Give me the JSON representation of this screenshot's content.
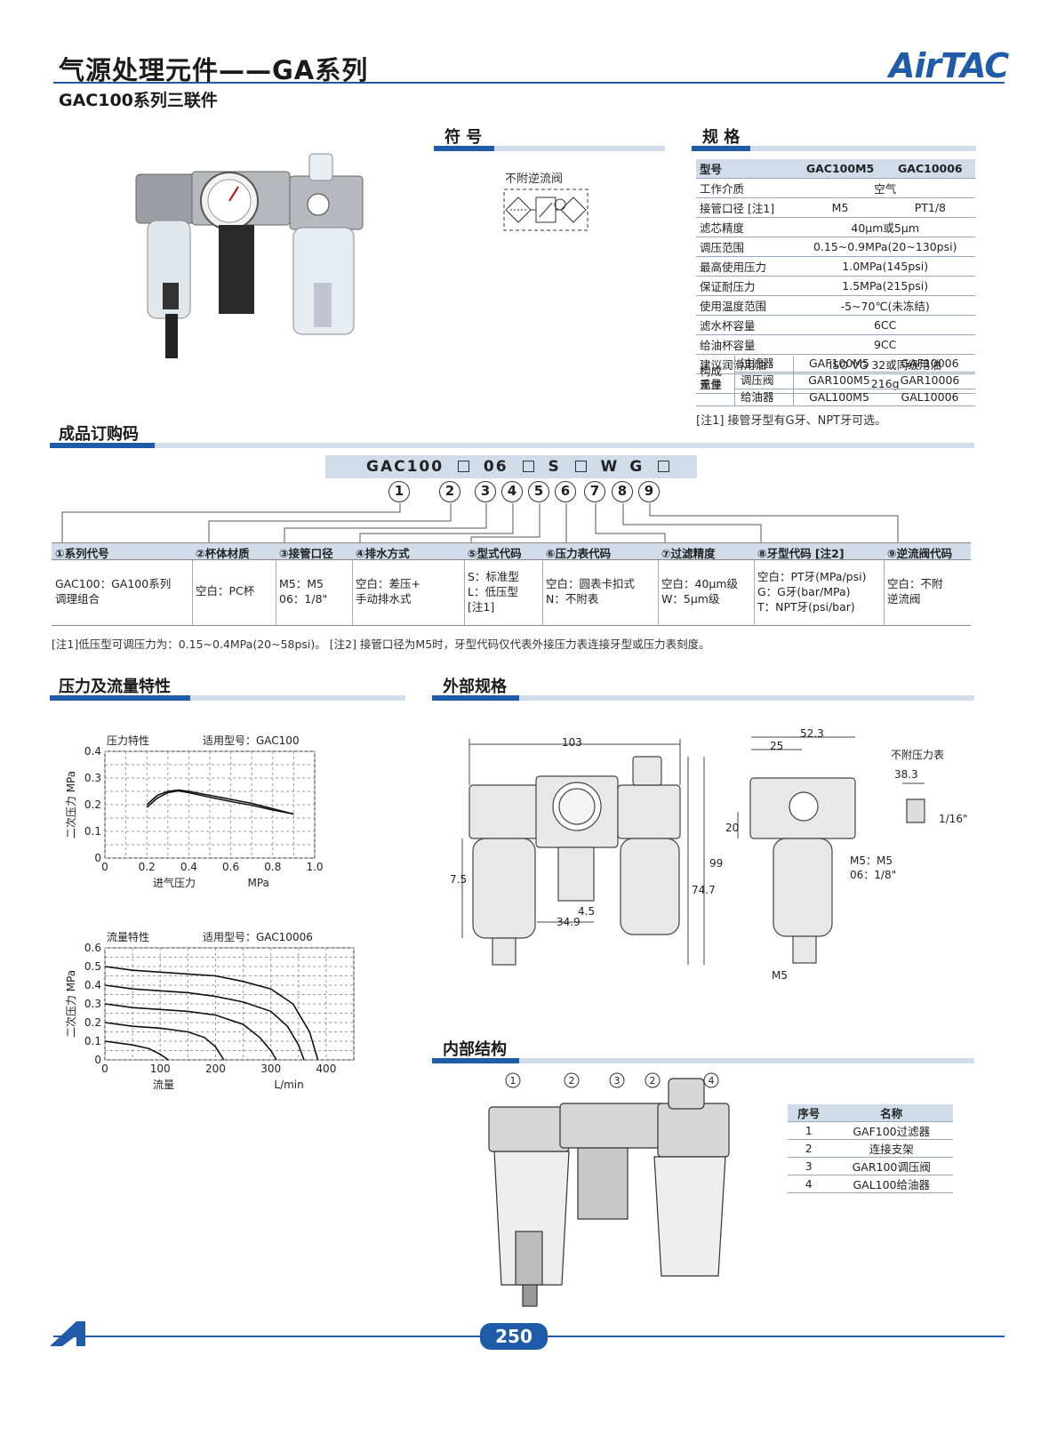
{
  "header": {
    "title": "气源处理元件——GA系列",
    "subtitle": "GAC100系列三联件",
    "logo": "AirTAC"
  },
  "symbol": {
    "title": "符 号",
    "caption": "不附逆流阀"
  },
  "spec": {
    "title": "规 格",
    "header": [
      "型号",
      "GAC100M5",
      "GAC10006"
    ],
    "rows": [
      {
        "label": "工作介质",
        "value": "空气"
      },
      {
        "label": "接管口径 [注1]",
        "v1": "M5",
        "v2": "PT1/8"
      },
      {
        "label": "滤芯精度",
        "value": "40μm或5μm"
      },
      {
        "label": "调压范围",
        "value": "0.15~0.9MPa(20~130psi)"
      },
      {
        "label": "最高使用压力",
        "value": "1.0MPa(145psi)"
      },
      {
        "label": "保证耐压力",
        "value": "1.5MPa(215psi)"
      },
      {
        "label": "使用温度范围",
        "value": "-5~70℃(未冻结)"
      },
      {
        "label": "滤水杯容量",
        "value": "6CC"
      },
      {
        "label": "给油杯容量",
        "value": "9CC"
      },
      {
        "label": "建议润滑用油",
        "value": "ISO VG 32或同级用油"
      },
      {
        "label": "重量",
        "value": "216g"
      }
    ],
    "group_label": "构成元件",
    "components": [
      {
        "label": "过滤器",
        "v1": "GAF100M5",
        "v2": "GAF10006"
      },
      {
        "label": "调压阀",
        "v1": "GAR100M5",
        "v2": "GAR10006"
      },
      {
        "label": "给油器",
        "v1": "GAL100M5",
        "v2": "GAL10006"
      }
    ],
    "note": "[注1] 接管牙型有G牙、NPT牙可选。"
  },
  "order": {
    "title": "成品订购码",
    "code": {
      "prefix": "GAC100",
      "p2": "06",
      "p3": "S",
      "p4": "W",
      "p5": "G"
    },
    "nums": [
      "1",
      "2",
      "3",
      "4",
      "5",
      "6",
      "7",
      "8",
      "9"
    ],
    "cols": [
      {
        "head": "①系列代号",
        "body": "GAC100：GA100系列\n调理组合"
      },
      {
        "head": "②杯体材质",
        "body": "空白：PC杯"
      },
      {
        "head": "③接管口径",
        "body": "M5：M5\n06：1/8\""
      },
      {
        "head": "④排水方式",
        "body": "空白：差压+\n手动排水式"
      },
      {
        "head": "⑤型式代码",
        "body": "S：标准型\nL：低压型\n[注1]"
      },
      {
        "head": "⑥压力表代码",
        "body": "空白：圆表卡扣式\nN：不附表"
      },
      {
        "head": "⑦过滤精度",
        "body": "空白：40μm级\nW：5μm级"
      },
      {
        "head": "⑧牙型代码 [注2]",
        "body": "空白：PT牙(MPa/psi)\nG：G牙(bar/MPa)\nT：NPT牙(psi/bar)"
      },
      {
        "head": "⑨逆流阀代码",
        "body": "空白：不附\n逆流阀"
      }
    ],
    "note": "[注1]低压型可调压力为：0.15~0.4MPa(20~58psi)。 [注2] 接管口径为M5时，牙型代码仅代表外接压力表连接牙型或压力表刻度。"
  },
  "charts": {
    "title": "压力及流量特性",
    "chart_data": [
      {
        "type": "line",
        "title": "压力特性",
        "subtitle": "适用型号：GAC100",
        "xlabel": "进气压力",
        "xunit": "MPa",
        "ylabel": "二次压力 MPa",
        "xlim": [
          0,
          1.0
        ],
        "ylim": [
          0,
          0.4
        ],
        "xticks": [
          "0",
          "0.2",
          "0.4",
          "0.6",
          "0.8",
          "1.0"
        ],
        "yticks": [
          "0",
          "0.1",
          "0.2",
          "0.3",
          "0.4"
        ],
        "series": [
          {
            "x": [
              0.2,
              0.25,
              0.3,
              0.35,
              0.4,
              0.5,
              0.6,
              0.7,
              0.8,
              0.9
            ],
            "y": [
              0.2,
              0.235,
              0.25,
              0.255,
              0.25,
              0.235,
              0.22,
              0.205,
              0.185,
              0.165
            ]
          },
          {
            "x": [
              0.2,
              0.25,
              0.3,
              0.35,
              0.4,
              0.5,
              0.6,
              0.7,
              0.8,
              0.9
            ],
            "y": [
              0.19,
              0.225,
              0.245,
              0.252,
              0.245,
              0.228,
              0.212,
              0.198,
              0.18,
              0.165
            ]
          }
        ],
        "grid": true
      },
      {
        "type": "line",
        "title": "流量特性",
        "subtitle": "适用型号：GAC10006",
        "xlabel": "流量",
        "xunit": "L/min",
        "ylabel": "二次压力 MPa",
        "xlim": [
          0,
          450
        ],
        "ylim": [
          0,
          0.6
        ],
        "xticks": [
          "0",
          "100",
          "200",
          "300",
          "400"
        ],
        "yticks": [
          "0",
          "0.1",
          "0.2",
          "0.3",
          "0.4",
          "0.5",
          "0.6"
        ],
        "series": [
          {
            "x": [
              0,
              50,
              100,
              150,
              200,
              250,
              300,
              340,
              370,
              385
            ],
            "y": [
              0.5,
              0.48,
              0.47,
              0.46,
              0.45,
              0.42,
              0.38,
              0.3,
              0.15,
              0
            ]
          },
          {
            "x": [
              0,
              50,
              100,
              150,
              200,
              250,
              300,
              330,
              350,
              360
            ],
            "y": [
              0.4,
              0.38,
              0.37,
              0.36,
              0.34,
              0.31,
              0.26,
              0.18,
              0.08,
              0
            ]
          },
          {
            "x": [
              0,
              50,
              100,
              150,
              200,
              250,
              280,
              300,
              310
            ],
            "y": [
              0.3,
              0.28,
              0.27,
              0.26,
              0.24,
              0.19,
              0.12,
              0.05,
              0
            ]
          },
          {
            "x": [
              0,
              50,
              100,
              150,
              180,
              200,
              215
            ],
            "y": [
              0.2,
              0.18,
              0.17,
              0.15,
              0.12,
              0.07,
              0
            ]
          },
          {
            "x": [
              0,
              50,
              80,
              100,
              115
            ],
            "y": [
              0.1,
              0.08,
              0.06,
              0.03,
              0
            ]
          }
        ],
        "grid": true
      }
    ]
  },
  "external": {
    "title": "外部规格",
    "dims": {
      "w103": "103",
      "d52": "52.3",
      "d25": "25",
      "h99": "99",
      "h747": "74.7",
      "d75": "7.5",
      "d45": "4.5",
      "d349": "34.9",
      "d20": "20",
      "m5": "M5",
      "d383": "38.3",
      "g116": "1/16\"",
      "port": "M5：M5\n06：1/8\""
    },
    "no_gauge": "不附压力表"
  },
  "internal": {
    "title": "内部结构",
    "callouts": [
      "1",
      "2",
      "3",
      "2",
      "4"
    ],
    "table_head": [
      "序号",
      "名称"
    ],
    "parts": [
      {
        "no": "1",
        "name": "GAF100过滤器"
      },
      {
        "no": "2",
        "name": "连接支架"
      },
      {
        "no": "3",
        "name": "GAR100调压阀"
      },
      {
        "no": "4",
        "name": "GAL100给油器"
      }
    ]
  },
  "page": "250"
}
